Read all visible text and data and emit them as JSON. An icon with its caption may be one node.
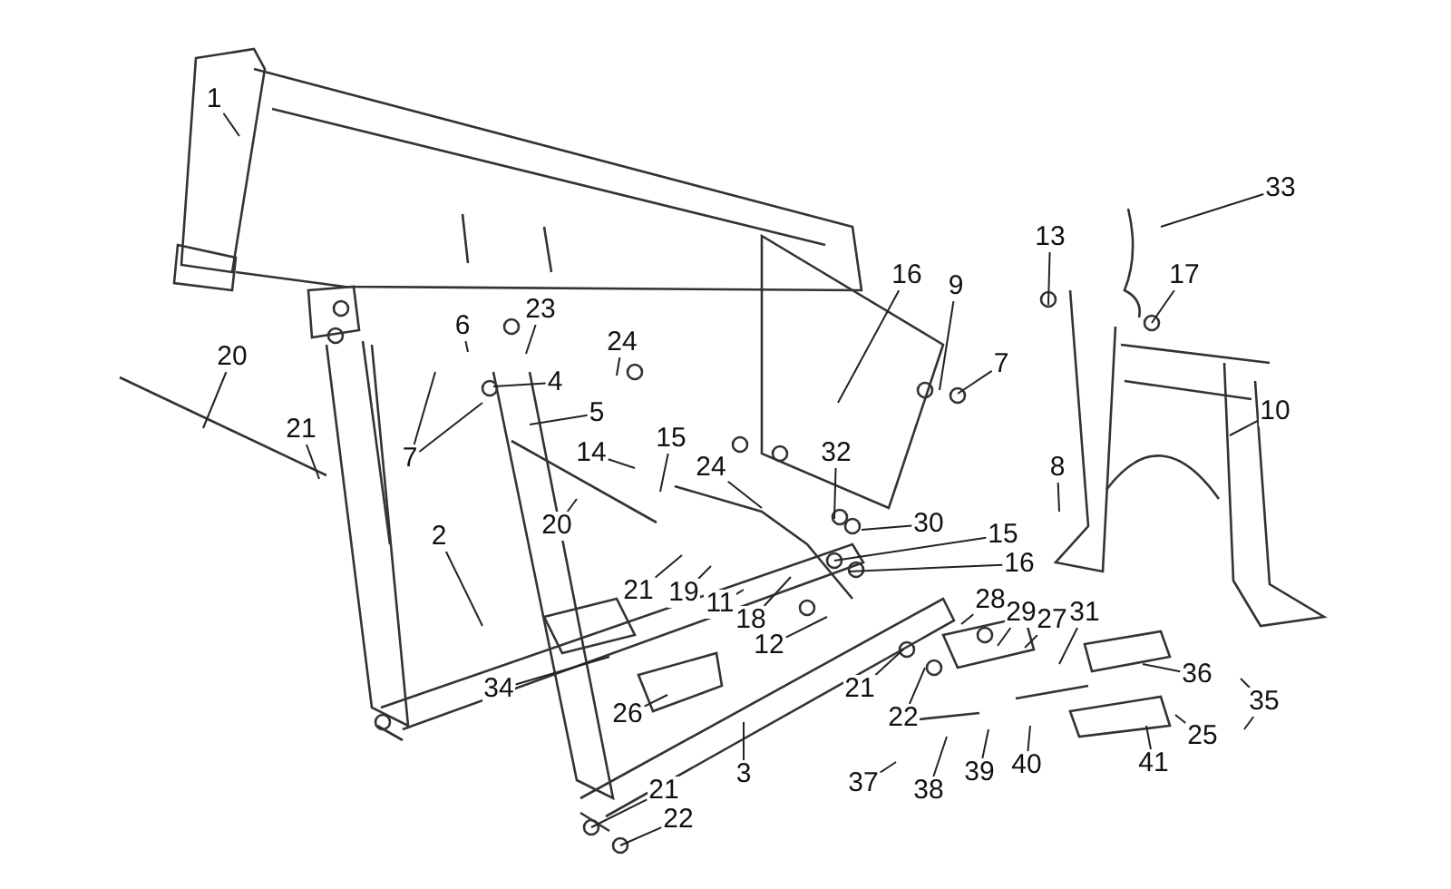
{
  "diagram": {
    "nodes": [
      {
        "text": [
          "1"
        ]
      },
      {
        "text": [
          "33"
        ]
      },
      {
        "text": [
          "13"
        ]
      },
      {
        "text": [
          "16"
        ]
      },
      {
        "text": [
          "17"
        ]
      },
      {
        "text": [
          "9"
        ]
      },
      {
        "text": [
          "23"
        ]
      },
      {
        "text": [
          "6"
        ]
      },
      {
        "text": [
          "24"
        ]
      },
      {
        "text": [
          "7"
        ]
      },
      {
        "text": [
          "4"
        ]
      },
      {
        "text": [
          "10"
        ]
      },
      {
        "text": [
          "20"
        ]
      },
      {
        "text": [
          "5"
        ]
      },
      {
        "text": [
          "7"
        ]
      },
      {
        "text": [
          "21"
        ]
      },
      {
        "text": [
          "14"
        ]
      },
      {
        "text": [
          "15"
        ]
      },
      {
        "text": [
          "24"
        ]
      },
      {
        "text": [
          "32"
        ]
      },
      {
        "text": [
          "8"
        ]
      },
      {
        "text": [
          "30"
        ]
      },
      {
        "text": [
          "15"
        ]
      },
      {
        "text": [
          "16"
        ]
      },
      {
        "text": [
          "20"
        ]
      },
      {
        "text": [
          "2"
        ]
      },
      {
        "text": [
          "21"
        ]
      },
      {
        "text": [
          "19"
        ]
      },
      {
        "text": [
          "11"
        ]
      },
      {
        "text": [
          "18"
        ]
      },
      {
        "text": [
          "12"
        ]
      },
      {
        "text": [
          "28"
        ]
      },
      {
        "text": [
          "29"
        ]
      },
      {
        "text": [
          "27"
        ]
      },
      {
        "text": [
          "31"
        ]
      },
      {
        "text": [
          "34"
        ]
      },
      {
        "text": [
          "36"
        ]
      },
      {
        "text": [
          "35"
        ]
      },
      {
        "text": [
          "26"
        ]
      },
      {
        "text": [
          "21"
        ]
      },
      {
        "text": [
          "25"
        ]
      },
      {
        "text": [
          "22"
        ]
      },
      {
        "text": [
          "41"
        ]
      },
      {
        "text": [
          "3"
        ]
      },
      {
        "text": [
          "37"
        ]
      },
      {
        "text": [
          "38"
        ]
      },
      {
        "text": [
          "39"
        ]
      },
      {
        "text": [
          "40"
        ]
      },
      {
        "text": [
          "21"
        ]
      },
      {
        "text": [
          "22"
        ]
      }
    ],
    "edges": [
      {
        "from": 0,
        "to": null,
        "arrow": "none"
      },
      {
        "from": 1,
        "to": null,
        "arrow": "none"
      },
      {
        "from": 2,
        "to": null,
        "arrow": "none"
      },
      {
        "from": 3,
        "to": null,
        "arrow": "none"
      },
      {
        "from": 4,
        "to": null,
        "arrow": "none"
      },
      {
        "from": 5,
        "to": null,
        "arrow": "none"
      },
      {
        "from": 6,
        "to": null,
        "arrow": "none"
      },
      {
        "from": 7,
        "to": null,
        "arrow": "none"
      },
      {
        "from": 8,
        "to": null,
        "arrow": "none"
      },
      {
        "from": 9,
        "to": null,
        "arrow": "none"
      },
      {
        "from": 10,
        "to": null,
        "arrow": "none"
      },
      {
        "from": 11,
        "to": null,
        "arrow": "none"
      },
      {
        "from": 12,
        "to": null,
        "arrow": "none"
      },
      {
        "from": 13,
        "to": null,
        "arrow": "none"
      },
      {
        "from": 14,
        "to": null,
        "arrow": "none"
      },
      {
        "from": 14,
        "to": null,
        "arrow": "none"
      },
      {
        "from": 15,
        "to": null,
        "arrow": "none"
      },
      {
        "from": 16,
        "to": null,
        "arrow": "none"
      },
      {
        "from": 17,
        "to": null,
        "arrow": "none"
      },
      {
        "from": 18,
        "to": null,
        "arrow": "none"
      },
      {
        "from": 19,
        "to": null,
        "arrow": "none"
      },
      {
        "from": 20,
        "to": null,
        "arrow": "none"
      },
      {
        "from": 21,
        "to": null,
        "arrow": "none"
      },
      {
        "from": 22,
        "to": null,
        "arrow": "none"
      },
      {
        "from": 23,
        "to": null,
        "arrow": "none"
      },
      {
        "from": 24,
        "to": null,
        "arrow": "none"
      },
      {
        "from": 25,
        "to": null,
        "arrow": "none"
      },
      {
        "from": 26,
        "to": null,
        "arrow": "none"
      },
      {
        "from": 27,
        "to": null,
        "arrow": "none"
      },
      {
        "from": 28,
        "to": null,
        "arrow": "none"
      },
      {
        "from": 29,
        "to": null,
        "arrow": "none"
      },
      {
        "from": 30,
        "to": null,
        "arrow": "none"
      },
      {
        "from": 31,
        "to": null,
        "arrow": "none"
      },
      {
        "from": 32,
        "to": null,
        "arrow": "none"
      },
      {
        "from": 33,
        "to": null,
        "arrow": "none"
      },
      {
        "from": 34,
        "to": null,
        "arrow": "none"
      },
      {
        "from": 35,
        "to": null,
        "arrow": "none"
      },
      {
        "from": 36,
        "to": null,
        "arrow": "none"
      },
      {
        "from": 37,
        "to": null,
        "arrow": "none"
      },
      {
        "from": 37,
        "to": null,
        "arrow": "none"
      },
      {
        "from": 38,
        "to": null,
        "arrow": "none"
      },
      {
        "from": 39,
        "to": null,
        "arrow": "none"
      },
      {
        "from": 40,
        "to": null,
        "arrow": "none"
      },
      {
        "from": 41,
        "to": null,
        "arrow": "none"
      },
      {
        "from": 42,
        "to": null,
        "arrow": "none"
      },
      {
        "from": 43,
        "to": null,
        "arrow": "none"
      },
      {
        "from": 44,
        "to": null,
        "arrow": "none"
      },
      {
        "from": 45,
        "to": null,
        "arrow": "none"
      },
      {
        "from": 46,
        "to": null,
        "arrow": "none"
      },
      {
        "from": 47,
        "to": null,
        "arrow": "none"
      },
      {
        "from": 48,
        "to": null,
        "arrow": "none"
      },
      {
        "from": 49,
        "to": null,
        "arrow": "none"
      }
    ]
  }
}
